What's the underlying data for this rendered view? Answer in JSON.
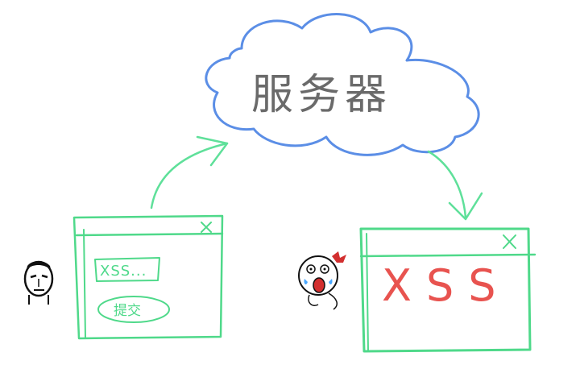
{
  "cloud": {
    "label": "服务器"
  },
  "attacker_form": {
    "input_value": "XSS...",
    "submit_label": "提交",
    "close_glyph": "X"
  },
  "victim_window": {
    "content_text": "XSS",
    "close_glyph": "X"
  },
  "colors": {
    "cloud_stroke": "#5b8ee6",
    "window_stroke": "#4fd98a",
    "arrow_stroke": "#5fe09a",
    "xss_text": "#e8534f",
    "text_gray": "#6a6a6a"
  },
  "icons": {
    "attacker": "stick-face-icon",
    "victim": "screaming-face-icon"
  }
}
